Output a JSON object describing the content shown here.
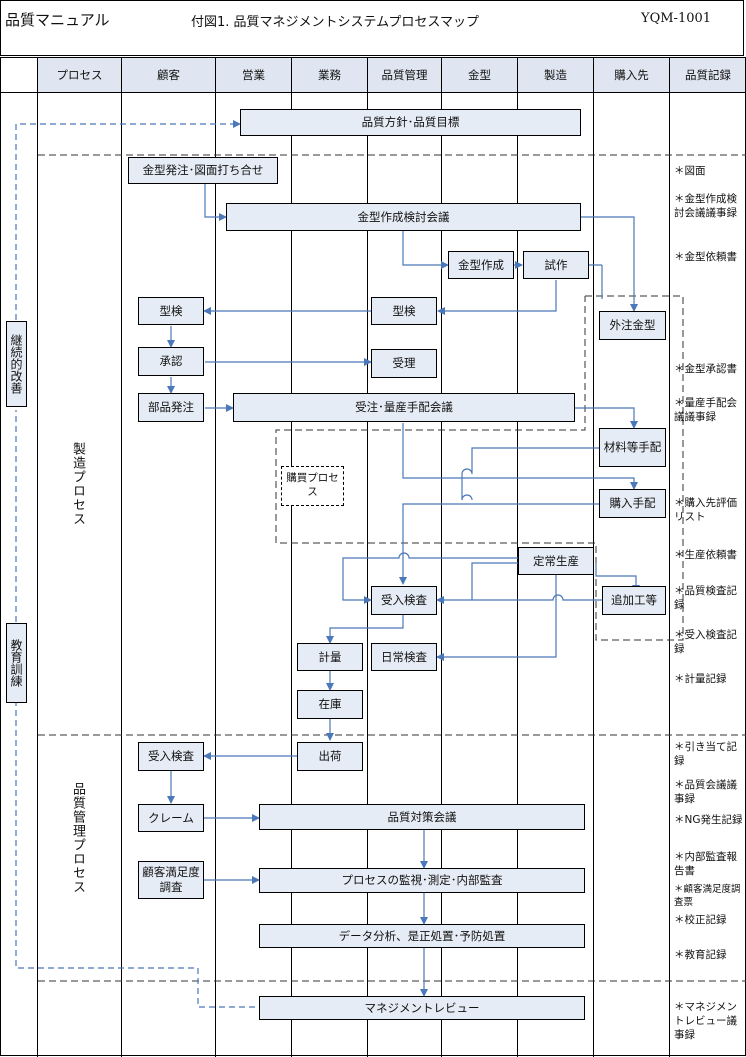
{
  "header": {
    "manual_title": "品質マニュアル",
    "figure_title": "付図1. 品質マネジメントシステムプロセスマップ",
    "doc_number": "YQM-1001"
  },
  "columns": [
    "プロセス",
    "顧客",
    "営業",
    "業務",
    "品質管理",
    "金型",
    "製造",
    "購入先",
    "品質記録"
  ],
  "sections": {
    "manufacturing": "製造プロセス",
    "quality": "品質管理プロセス"
  },
  "side_boxes": {
    "continuous_improvement": "継続的改善",
    "education": "教育訓練"
  },
  "boxes": {
    "quality_policy": "品質方針･品質目標",
    "mold_order": "金型発注･図面打ち合せ",
    "mold_meeting": "金型作成検討会議",
    "mold_making": "金型作成",
    "trial": "試作",
    "outsourced_mold": "外注金型",
    "inspect_customer": "型検",
    "inspect_qc": "型検",
    "approval": "承認",
    "receipt": "受理",
    "parts_order": "部品発注",
    "order_meeting": "受注･量産手配会議",
    "materials": "材料等手配",
    "purchase_process": "購買プロセス",
    "purchase_order": "購入手配",
    "regular_production": "定常生産",
    "additional_work": "追加工等",
    "incoming_inspection": "受入検査",
    "measurement": "計量",
    "daily_inspection": "日常検査",
    "stock": "在庫",
    "shipping": "出荷",
    "customer_inspection": "受入検査",
    "claim": "クレーム",
    "quality_meeting": "品質対策会議",
    "satisfaction": "顧客満足度調査",
    "monitoring": "プロセスの監視･測定･内部監査",
    "data_analysis": "データ分析、是正処置･予防処置",
    "management_review": "マネジメントレビュー"
  },
  "records": [
    "＊図面",
    "＊金型作成検討会議議事録",
    "＊金型依頼書",
    "＊金型承認書",
    "＊量産手配会議議事録",
    "＊購入先評価リスト",
    "＊生産依頼書",
    "＊品質検査記録",
    "＊受入検査記録",
    "＊計量記録",
    "＊引き当て記録",
    "＊品質会議議事録",
    "＊NG発生記録",
    "＊内部監査報告書",
    "＊顧客満足度調査票",
    "＊校正記録",
    "＊教育記録",
    "＊マネジメントレビュー議事録"
  ]
}
